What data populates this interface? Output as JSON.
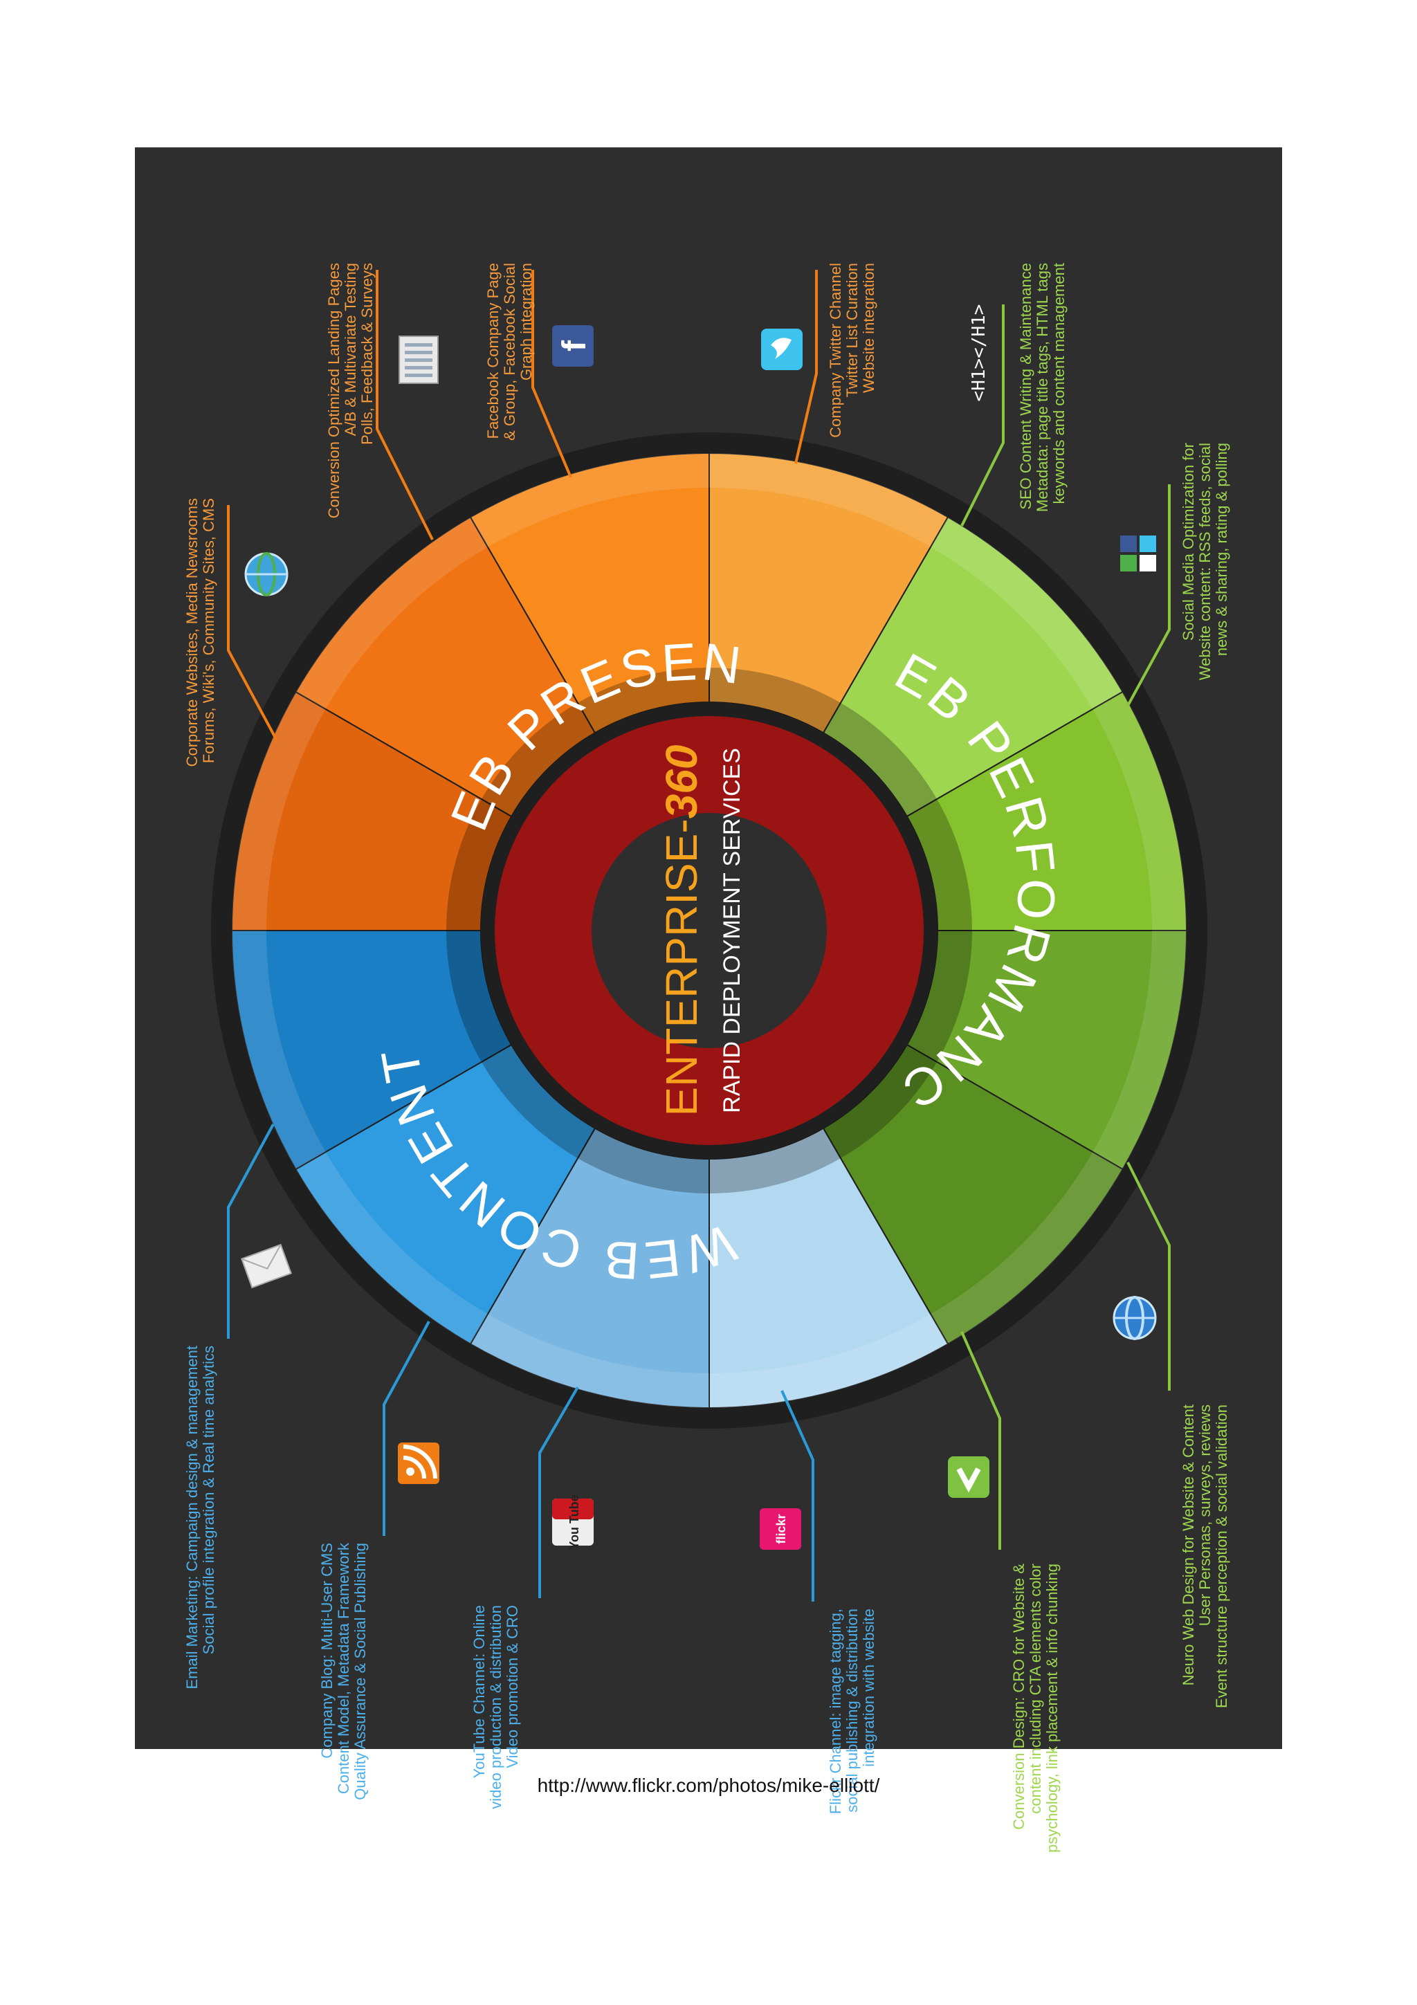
{
  "center": {
    "brand_main": "ENTERPRISE-",
    "brand_num": "360",
    "subtitle": "RAPID DEPLOYMENT SERVICES"
  },
  "segments": [
    {
      "key": "presence",
      "title": "WEB PRESENCE",
      "color": "#f07d14",
      "items": [
        {
          "icon": "globe-icon",
          "lines": [
            "Corporate Websites, Media Newsrooms",
            "Forums, Wiki's, Community Sites, CMS"
          ]
        },
        {
          "icon": "form-icon",
          "lines": [
            "Conversion Optimized Landing Pages",
            "A/B & Multivariate Testing",
            "Polls, Feedback & Surveys"
          ]
        },
        {
          "icon": "facebook-icon",
          "lines": [
            "Facebook Company Page",
            "& Group, Facebook Social",
            "Graph integration"
          ]
        },
        {
          "icon": "twitter-icon",
          "lines": [
            "Company Twitter Channel",
            "Twitter List Curation",
            "Website integration"
          ]
        }
      ]
    },
    {
      "key": "performance",
      "title": "WEB PERFORMANCE",
      "color": "#8cc63f",
      "items": [
        {
          "icon": "html-tag-icon",
          "icon_text": "<H1></H1>",
          "lines": [
            "SEO Content Writing & Maintenance",
            "Metadata: page title tags, HTML tags",
            "keywords and content management"
          ]
        },
        {
          "icon": "social-icons-icon",
          "lines": [
            "Social Media Optimization for",
            "Website content: RSS feeds, social",
            "news & sharing, rating & polling"
          ]
        },
        {
          "icon": "network-globe-icon",
          "lines": [
            "Neuro Web Design for Website & Content",
            "User Personas, surveys, reviews",
            "Event structure perception & social validation"
          ]
        },
        {
          "icon": "checkmark-icon",
          "lines": [
            "Conversion Design: CRO for Website &",
            "content including CTA elements color",
            "psychology, link placement & info chunking"
          ]
        }
      ]
    },
    {
      "key": "content",
      "title": "WEB CONTENT",
      "color": "#2a9ad6",
      "items": [
        {
          "icon": "flickr-icon",
          "icon_text": "flickr",
          "lines": [
            "Flickr Channel: image tagging,",
            "social publishing & distribution",
            "integration with website"
          ]
        },
        {
          "icon": "youtube-icon",
          "icon_text": "You Tube",
          "lines": [
            "YouTube Channel: Online",
            "video production & distribution",
            "Video promotion & CRO"
          ]
        },
        {
          "icon": "rss-blog-icon",
          "lines": [
            "Company Blog: Multi-User CMS",
            "Content Model, Metadata Framework",
            "Quality Assurance & Social Publishing"
          ]
        },
        {
          "icon": "envelope-icon",
          "lines": [
            "Email Marketing: Campaign design & management",
            "Social profile integration & Real time analytics"
          ]
        }
      ]
    }
  ],
  "colors": {
    "panel": "#2e2e2e",
    "ring_bg": "#1f1f1f",
    "core": "#9b1414",
    "brand_accent": "#f7a21c"
  },
  "caption": "http://www.flickr.com/photos/mike-elliott/"
}
